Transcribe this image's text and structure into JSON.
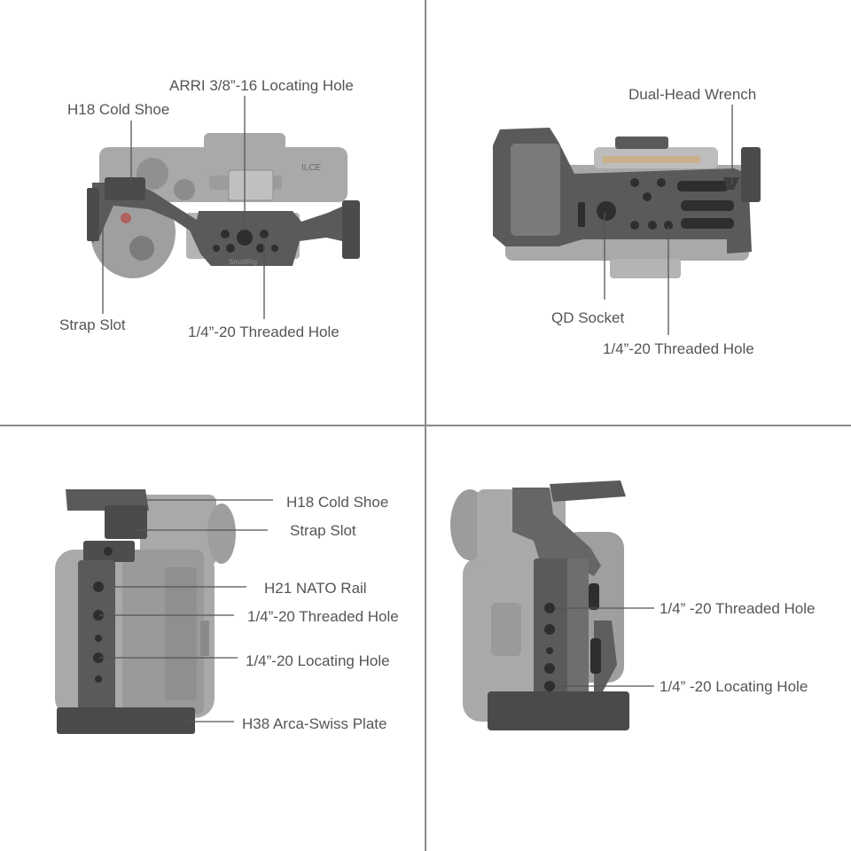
{
  "panels": [
    {
      "view": "top",
      "labels": {
        "arri_hole": "ARRI 3/8”-16 Locating Hole",
        "cold_shoe": "H18 Cold Shoe",
        "strap_slot": "Strap Slot",
        "threaded_hole": "1/4”-20 Threaded Hole"
      },
      "camera_marks": {
        "model": "ILCE",
        "brand": "SmallRig"
      }
    },
    {
      "view": "bottom",
      "labels": {
        "wrench": "Dual-Head Wrench",
        "qd_socket": "QD Socket",
        "threaded_hole": "1/4”-20 Threaded Hole"
      }
    },
    {
      "view": "left-side",
      "labels": {
        "cold_shoe": "H18 Cold Shoe",
        "strap_slot": "Strap Slot",
        "nato_rail": "H21 NATO Rail",
        "threaded_hole": "1/4”-20 Threaded Hole",
        "locating_hole": "1/4”-20 Locating Hole",
        "arca_plate": "H38 Arca-Swiss Plate"
      }
    },
    {
      "view": "right-side",
      "labels": {
        "threaded_hole": "1/4”  -20 Threaded Hole",
        "locating_hole": "1/4”  -20 Locating Hole"
      }
    }
  ],
  "colors": {
    "background": "#ffffff",
    "camera_body": "#a9a9a9",
    "cage_metal": "#5a5a5a",
    "label_text": "#555555",
    "leader_line": "#555555",
    "divider": "#8a8a8a"
  }
}
